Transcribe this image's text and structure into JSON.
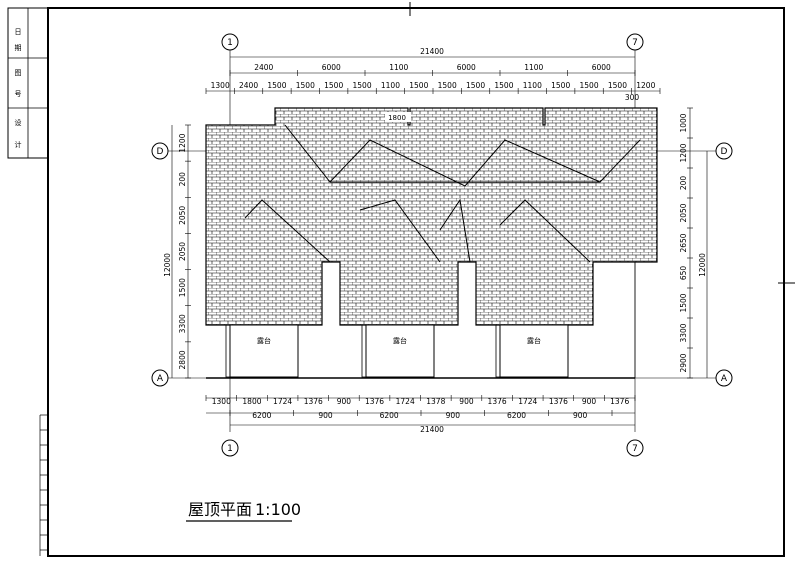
{
  "axes": {
    "col_left": "1",
    "col_right": "7",
    "row_top": "D",
    "row_bottom": "A"
  },
  "top_dims": {
    "overall": "21400",
    "row2": [
      "2400",
      "6000",
      "1100",
      "6000",
      "1100",
      "6000"
    ],
    "row3": [
      "1300",
      "2400",
      "1500",
      "1500",
      "1500",
      "1500",
      "1100",
      "1500",
      "1500",
      "1500",
      "1500",
      "1100",
      "1500",
      "1500",
      "1500",
      "1200"
    ],
    "extra_300": "300"
  },
  "bottom_dims": {
    "row1": [
      "1300",
      "1800",
      "1724",
      "1376",
      "900",
      "1376",
      "1724",
      "1378",
      "900",
      "1376",
      "1724",
      "1376",
      "900",
      "1376"
    ],
    "row2": [
      "6200",
      "900",
      "6200",
      "900",
      "6200",
      "900"
    ],
    "overall": "21400"
  },
  "left_dims": {
    "outer": "12000",
    "segments": [
      "1200",
      "200",
      "2050",
      "2050",
      "1500",
      "3300",
      "2800"
    ]
  },
  "right_dims": {
    "outer": "12000",
    "segments": [
      "1000",
      "1200",
      "200",
      "2050",
      "2650",
      "650",
      "1500",
      "3300",
      "2900"
    ]
  },
  "roof_labels": [
    "1800"
  ],
  "terrace_label": "露台",
  "title": "屋顶平面",
  "scale": "1:100",
  "title_block": [
    "日",
    "期",
    "图",
    "号",
    "设",
    "计"
  ],
  "colors": {
    "line": "#000000",
    "background": "#ffffff"
  }
}
